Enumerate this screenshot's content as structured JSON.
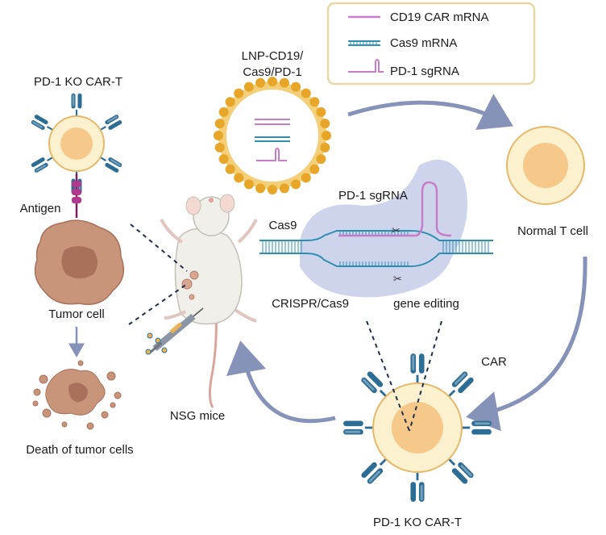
{
  "legend": {
    "items": [
      {
        "label": "CD19 CAR mRNA",
        "color": "#c77dc9"
      },
      {
        "label": "Cas9 mRNA",
        "color": "#2e8fb0"
      },
      {
        "label": "PD-1 sgRNA",
        "color": "#c77dc9"
      }
    ]
  },
  "labels": {
    "lnp_line1": "LNP-CD19/",
    "lnp_line2": "Cas9/PD-1",
    "car_t_top": "PD-1 KO CAR-T",
    "antigen": "Antigen",
    "tumor_cell": "Tumor cell",
    "death": "Death of tumor cells",
    "nsg_mice": "NSG mice",
    "pd1_sgrna": "PD-1 sgRNA",
    "cas9": "Cas9",
    "crispr": "CRISPR/Cas9",
    "gene_editing": "gene editing",
    "normal_t": "Normal T cell",
    "car": "CAR",
    "car_t_bottom": "PD-1 KO CAR-T"
  },
  "colors": {
    "lipid_head": "#e8a628",
    "lipid_tail": "#f3cf7a",
    "cell_outer": "#fbf1cf",
    "cell_inner": "#f6c98b",
    "cell_stroke": "#e4b96b",
    "receptor": "#2c6d95",
    "arrow": "#8792b8",
    "tumor": "#c8957a",
    "tumor_core": "#a9705c",
    "antigen": "#b03a8e",
    "cas9_blob": "#c7cdea",
    "dna": "#2e8fb0",
    "sgrna": "#c77dc9",
    "legend_border": "#e6d7a6"
  }
}
